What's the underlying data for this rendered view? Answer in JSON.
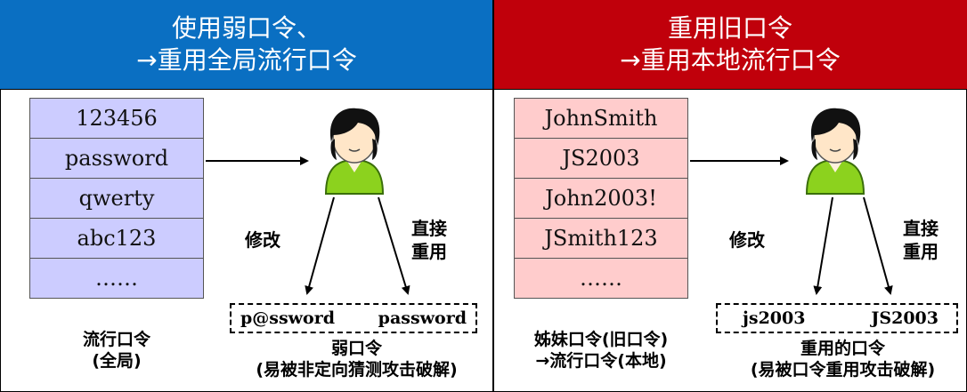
{
  "left_panel": {
    "header_line1": "使用弱口令、",
    "header_line2": "→重用全局流行口令",
    "list": [
      "123456",
      "password",
      "qwerty",
      "abc123",
      "……"
    ],
    "list_caption_line1": "流行口令",
    "list_caption_line2": "(全局)",
    "modify_label": "修改",
    "reuse_label_line1": "直接",
    "reuse_label_line2": "重用",
    "result_modified": "p@ssword",
    "result_reused": "password",
    "result_caption_line1": "弱口令",
    "result_caption_line2": "(易被非定向猜测攻击破解)"
  },
  "right_panel": {
    "header_line1": "重用旧口令",
    "header_line2": "→重用本地流行口令",
    "list": [
      "JohnSmith",
      "JS2003",
      "John2003!",
      "JSmith123",
      "……"
    ],
    "list_caption_line1": "姊妹口令(旧口令)",
    "list_caption_line2": "→流行口令(本地)",
    "modify_label": "修改",
    "reuse_label_line1": "直接",
    "reuse_label_line2": "重用",
    "result_modified": "js2003",
    "result_reused": "JS2003",
    "result_caption_line1": "重用的口令",
    "result_caption_line2": "(易被口令重用攻击破解)"
  },
  "colors": {
    "left_header": "#0a6fc2",
    "right_header": "#c0000b",
    "left_list_fill": "#ccccff",
    "right_list_fill": "#ffcccc",
    "person_shirt": "#8cd21e",
    "person_hair": "#111111",
    "person_skin": "#ffe6c8"
  },
  "icons": [
    "user-icon"
  ]
}
